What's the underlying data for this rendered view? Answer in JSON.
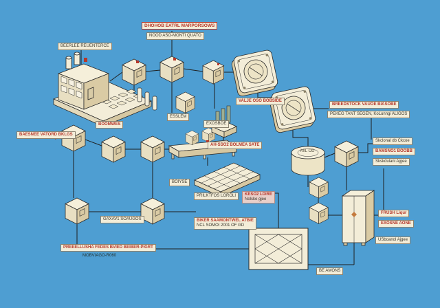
{
  "colors": {
    "background": "#4E9ED2",
    "shape_cream": "#F3EDD8",
    "accent_red": "#B5372A",
    "line_black": "#1F1F1F",
    "pink_chip": "#E9CFC9"
  },
  "labels": [
    {
      "text": "DHOHOB EATRL MARPORSOWS"
    },
    {
      "text": "NOOD ASO-MONTI QUATO"
    },
    {
      "text": "BEERLEE REUENTERCE"
    },
    {
      "text": "BOOMWES"
    },
    {
      "text": "BAESNEE VATORD BKLGS"
    },
    {
      "text": "ESSLEM"
    },
    {
      "text": "VALJE OSO BOBSIDE"
    },
    {
      "text": "EXOSBOE"
    },
    {
      "text": "AH-SSO2 BOLMEA SATE"
    },
    {
      "text": "BOIYSE"
    },
    {
      "text": "PRILKTFOS LOROLI"
    },
    {
      "text": "KESO2 LDIRE"
    },
    {
      "text": "Nolske gjee"
    },
    {
      "text": "MIL OD"
    },
    {
      "text": "BREEDSTOCK VAUOE BIASOBE"
    },
    {
      "text": "PEKEG TANT SEGEN, KoLunngi ALIGOS"
    },
    {
      "text": "Skclonal db Ckcoe"
    },
    {
      "text": "BAMSNO1 BOOBB"
    },
    {
      "text": "Skskdulanl Ajgee"
    },
    {
      "text": "FRUSH Liqur"
    },
    {
      "text": "EXOSNE AONE"
    },
    {
      "text": "USboanol Ajgee"
    },
    {
      "text": "BE AMONS"
    },
    {
      "text": "BIKER SAAMONTWEL ATBIE"
    },
    {
      "text": "NCL SOMOI 2001 OF GD"
    },
    {
      "text": "PREEELLUSHA FEDES BVIED BEIBER-PIGRT"
    },
    {
      "text": "MOBVIAGO-R060"
    },
    {
      "text": "GAXAV1 SOAUGOS"
    }
  ]
}
